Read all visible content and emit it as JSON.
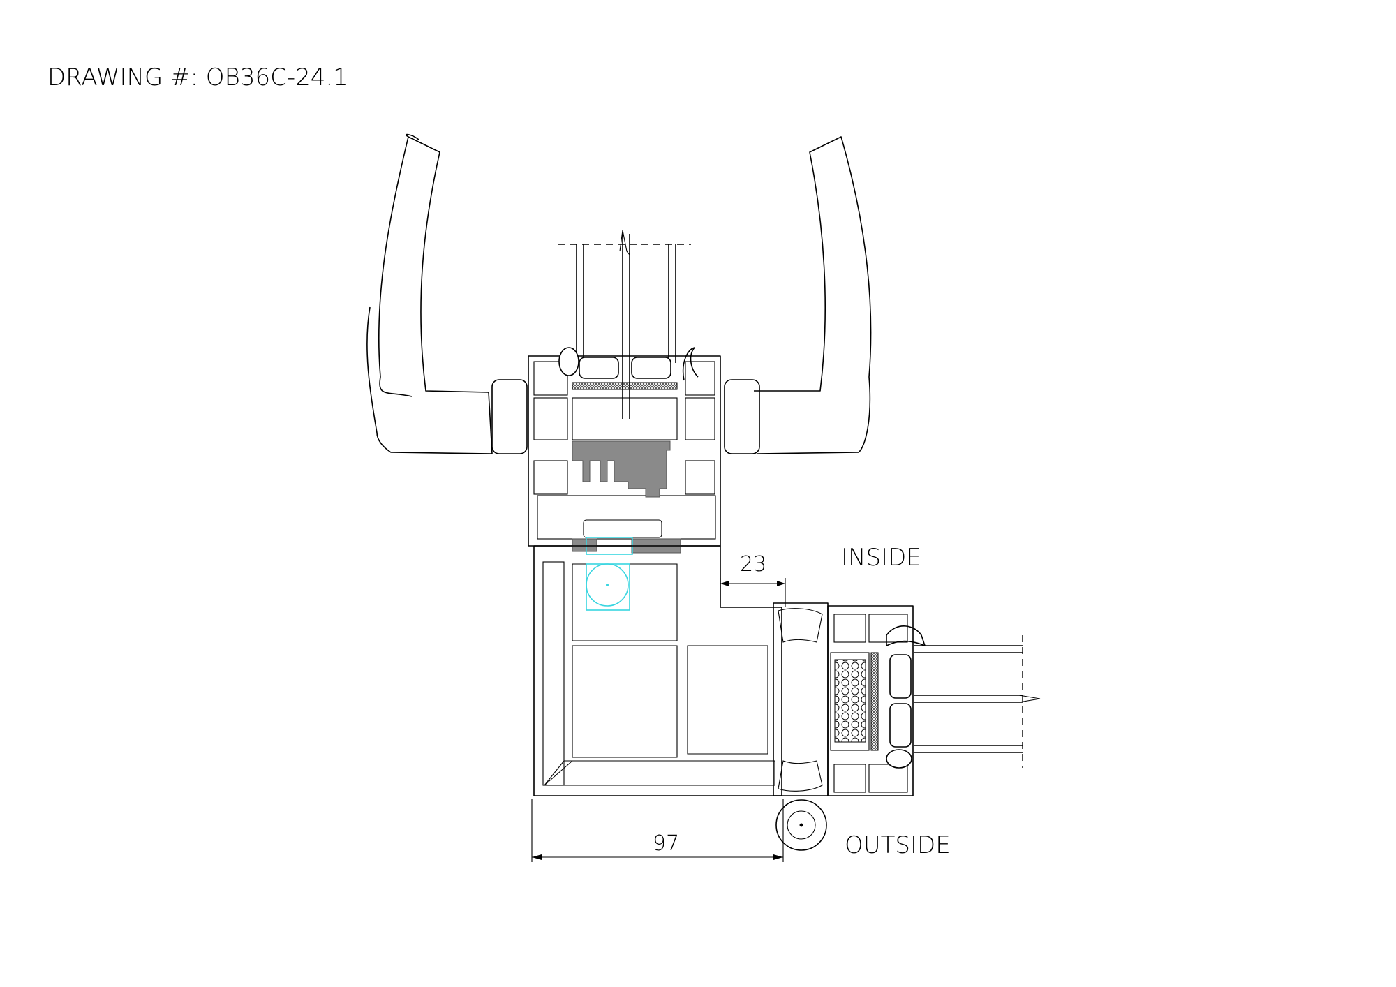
{
  "header": {
    "title": "DRAWING #: OB36C-24.1"
  },
  "labels": {
    "inside": "INSIDE",
    "outside": "OUTSIDE"
  },
  "dimensions": {
    "top_gap": "23",
    "bottom_width": "97"
  },
  "colors": {
    "line": "#000000",
    "thermal_break": "#8a8a8a",
    "highlight": "#39d5e0"
  }
}
